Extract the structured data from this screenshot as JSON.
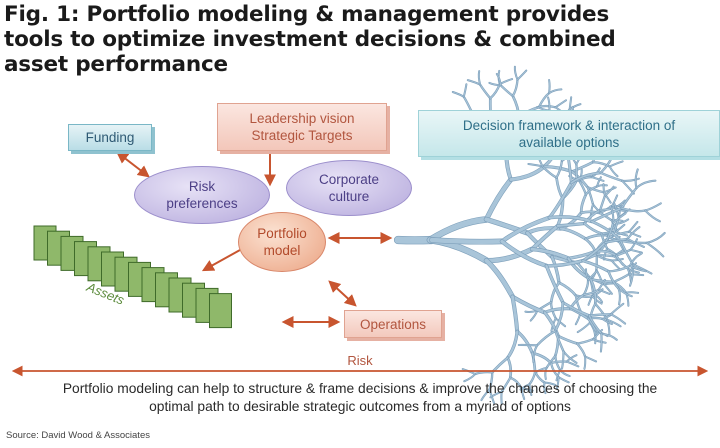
{
  "title": {
    "line1": "Fig. 1: Portfolio modeling & management provides",
    "line2": "tools to optimize investment decisions & combined",
    "line3": "asset performance"
  },
  "nodes": {
    "funding": "Funding",
    "leadership_line1": "Leadership vision",
    "leadership_line2": "Strategic Targets",
    "risk_pref_line1": "Risk",
    "risk_pref_line2": "preferences",
    "culture_line1": "Corporate",
    "culture_line2": "culture",
    "portfolio_line1": "Portfolio",
    "portfolio_line2": "model",
    "operations": "Operations",
    "assets": "Assets",
    "decision_line1": "Decision framework & interaction of",
    "decision_line2": "available options"
  },
  "risk_axis_label": "Risk",
  "caption": {
    "line1": "Portfolio modeling can help to structure & frame decisions & improve the chances of choosing the",
    "line2": "optimal path to desirable strategic outcomes from a myriad of options"
  },
  "source": "Source: David Wood & Associates",
  "colors": {
    "arrow": "#c8552f",
    "tree": "#a9c5d9",
    "tree_edge": "#7d9fba",
    "asset_fill": "#8fb86a",
    "asset_edge": "#3f6b2a"
  }
}
